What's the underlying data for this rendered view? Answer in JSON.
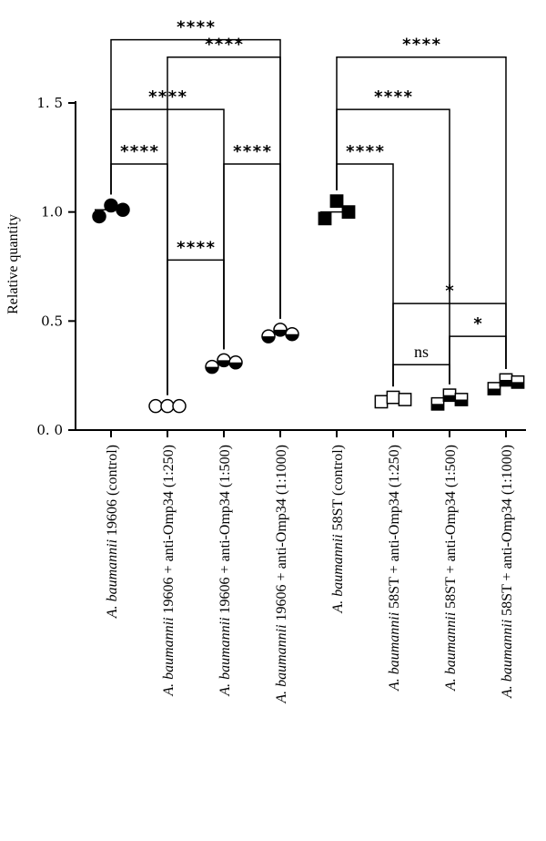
{
  "chart_data": {
    "type": "scatter",
    "ylabel": "Relative quantity",
    "ylim": [
      0,
      1.5
    ],
    "yticks": [
      0.0,
      0.5,
      1.0,
      1.5
    ],
    "ytick_labels": [
      "0. 0",
      "0.5",
      "1.0",
      "1. 5"
    ],
    "categories": [
      {
        "italic": "A. baumannii",
        "rest": " 19606 (control)"
      },
      {
        "italic": "A. baumannii",
        "rest": " 19606 + anti-Omp34 (1:250)"
      },
      {
        "italic": "A. baumannii",
        "rest": " 19606 + anti-Omp34 (1:500)"
      },
      {
        "italic": "A. baumannii",
        "rest": " 19606 + anti-Omp34 (1:1000)"
      },
      {
        "italic": "A. baumannii",
        "rest": " 58ST (control)"
      },
      {
        "italic": "A. baumannii",
        "rest": " 58ST + anti-Omp34 (1:250)"
      },
      {
        "italic": "A. baumannii",
        "rest": " 58ST + anti-Omp34 (1:500)"
      },
      {
        "italic": "A. baumannii",
        "rest": " 58ST + anti-Omp34 (1:1000)"
      }
    ],
    "groups": [
      {
        "marker": "circle-filled",
        "values": [
          0.98,
          1.03,
          1.01
        ],
        "mean": 1.01
      },
      {
        "marker": "circle-open",
        "values": [
          0.11,
          0.11,
          0.11
        ],
        "mean": 0.11
      },
      {
        "marker": "circle-half",
        "values": [
          0.29,
          0.32,
          0.31
        ],
        "mean": 0.31
      },
      {
        "marker": "circle-half",
        "values": [
          0.43,
          0.46,
          0.44
        ],
        "mean": 0.44
      },
      {
        "marker": "square-filled",
        "values": [
          0.97,
          1.05,
          1.0
        ],
        "mean": 1.0
      },
      {
        "marker": "square-open",
        "values": [
          0.13,
          0.15,
          0.14
        ],
        "mean": 0.14
      },
      {
        "marker": "square-half",
        "values": [
          0.12,
          0.16,
          0.14
        ],
        "mean": 0.14
      },
      {
        "marker": "square-half",
        "values": [
          0.19,
          0.23,
          0.22
        ],
        "mean": 0.21
      }
    ],
    "comparisons": [
      {
        "from": 0,
        "to": 1,
        "label": "****"
      },
      {
        "from": 0,
        "to": 2,
        "label": "****"
      },
      {
        "from": 0,
        "to": 3,
        "label": "****"
      },
      {
        "from": 1,
        "to": 2,
        "label": "****"
      },
      {
        "from": 1,
        "to": 3,
        "label": "****"
      },
      {
        "from": 2,
        "to": 3,
        "label": "****"
      },
      {
        "from": 4,
        "to": 5,
        "label": "****"
      },
      {
        "from": 4,
        "to": 6,
        "label": "****"
      },
      {
        "from": 4,
        "to": 7,
        "label": "****"
      },
      {
        "from": 5,
        "to": 6,
        "label": "ns"
      },
      {
        "from": 5,
        "to": 7,
        "label": "*"
      },
      {
        "from": 6,
        "to": 7,
        "label": "*"
      }
    ]
  }
}
